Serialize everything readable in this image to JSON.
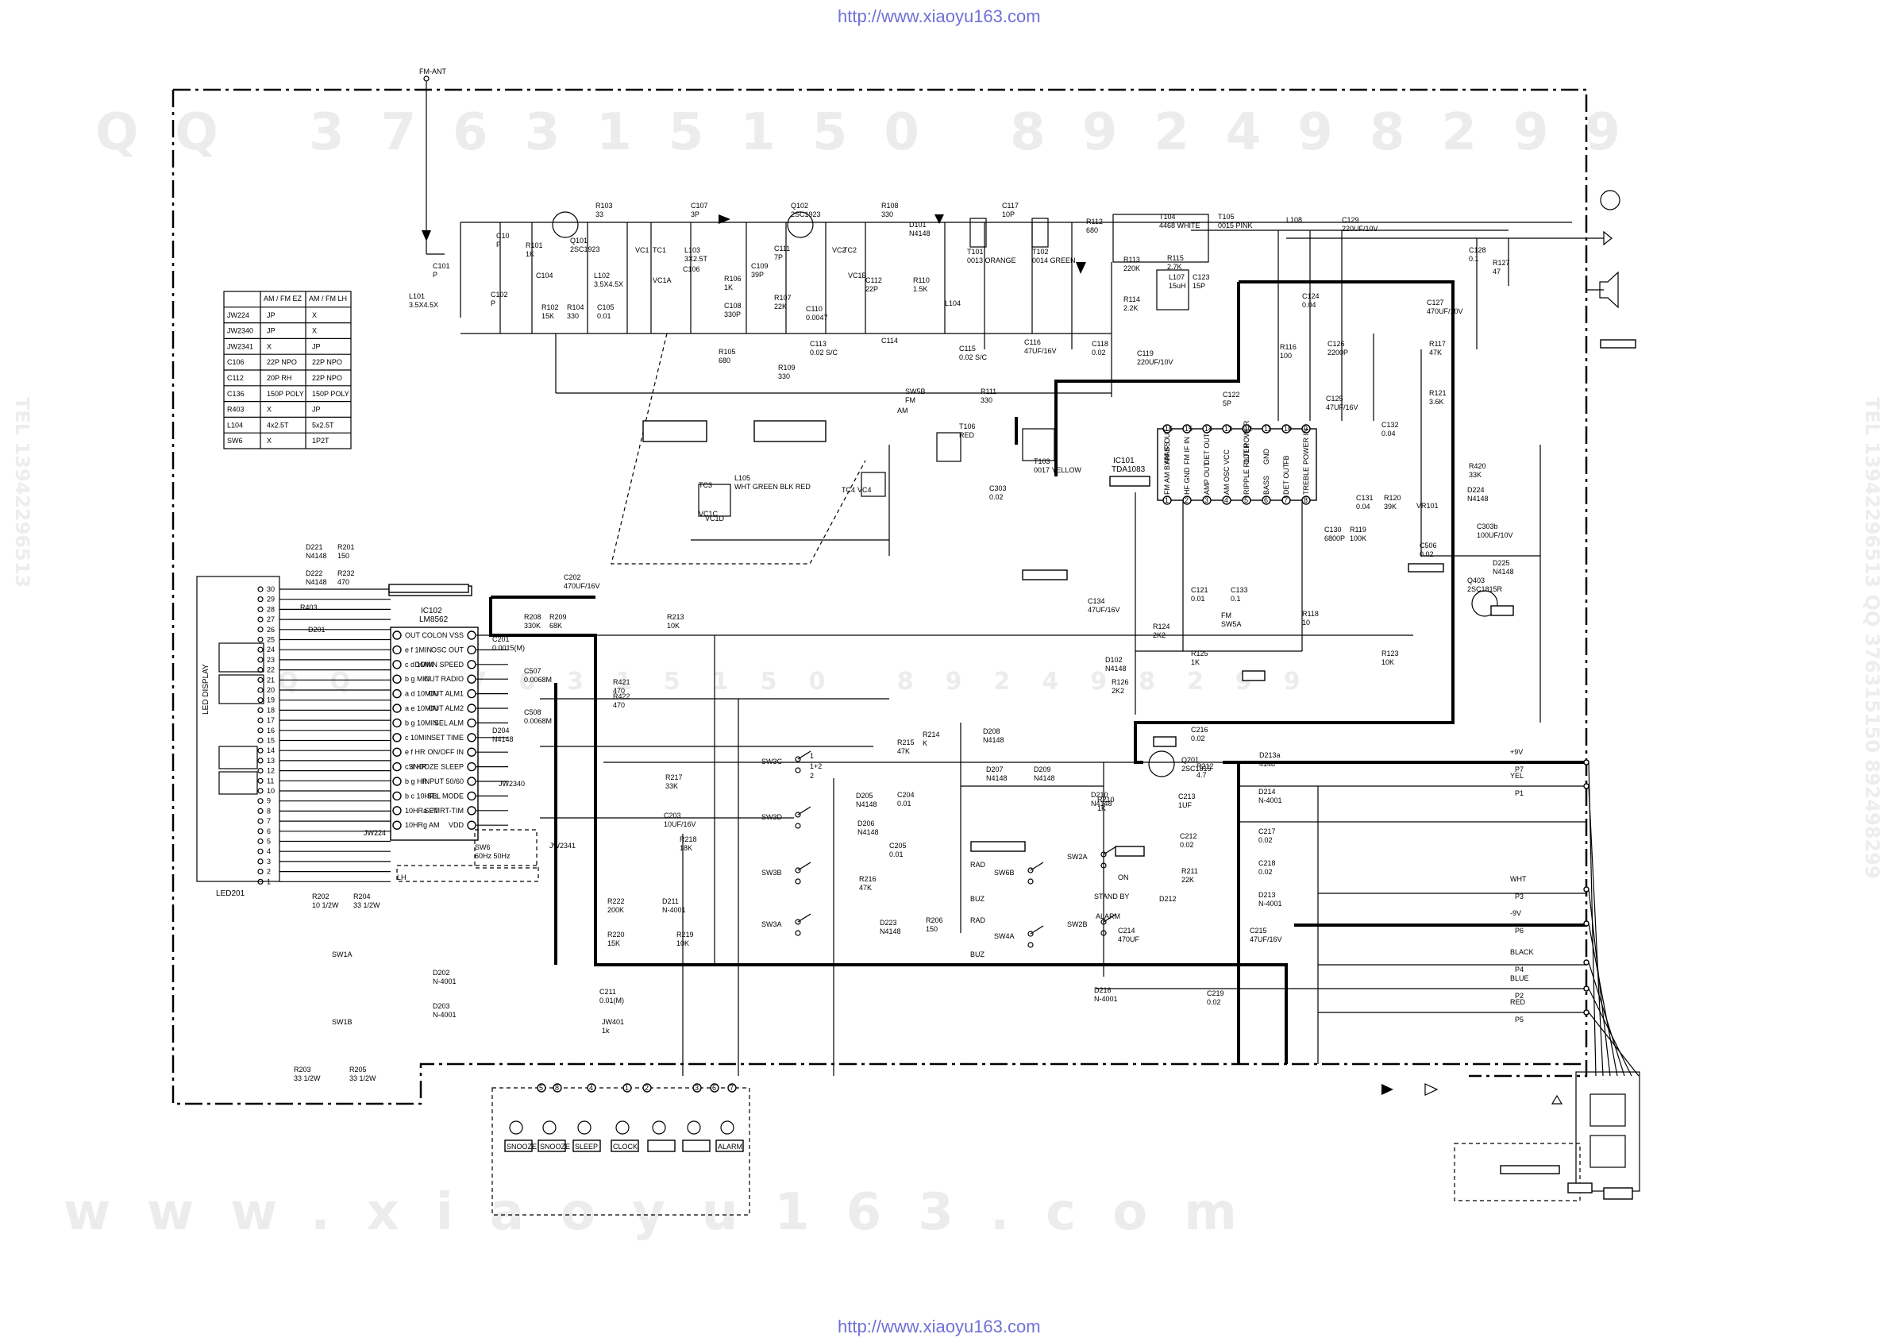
{
  "header_url": "http://www.xiaoyu163.com",
  "footer_url": "http://www.xiaoyu163.com",
  "watermarks": {
    "top_code": "QQ 376315150  892498299",
    "middle_code": "QQ 376315150  892498299",
    "bottom_site": "www.xiaoyu163.com",
    "side_left": "TEL 13942296513",
    "side_right": "TEL 13942296513  QQ 376315150  892498299"
  },
  "antenna": {
    "label": "FM-ANT"
  },
  "variant_table": {
    "headers": [
      "",
      "AM / FM EZ",
      "AM / FM LH"
    ],
    "rows": [
      [
        "JW224",
        "JP",
        "X"
      ],
      [
        "JW2340",
        "JP",
        "X"
      ],
      [
        "JW2341",
        "X",
        "JP"
      ],
      [
        "C106",
        "22P NPO",
        "22P NPO"
      ],
      [
        "C112",
        "20P RH",
        "22P NPO"
      ],
      [
        "C136",
        "150P POLY",
        "150P POLY"
      ],
      [
        "R403",
        "X",
        "JP"
      ],
      [
        "L104",
        "4x2.5T",
        "5x2.5T"
      ],
      [
        "SW6",
        "X",
        "1P2T"
      ]
    ]
  },
  "fm_front_end": [
    {
      "ref": "C101",
      "val": "P"
    },
    {
      "ref": "L101",
      "val": "3.5X4.5X"
    },
    {
      "ref": "C10",
      "val": "P"
    },
    {
      "ref": "C102",
      "val": "P"
    },
    {
      "ref": "R101",
      "val": "1K"
    },
    {
      "ref": "C104",
      "val": ""
    },
    {
      "ref": "R102",
      "val": "15K"
    },
    {
      "ref": "Q101",
      "val": "2SC1923"
    },
    {
      "ref": "R103",
      "val": "33"
    },
    {
      "ref": "L102",
      "val": "3.5X4.5X"
    },
    {
      "ref": "R104",
      "val": "330"
    },
    {
      "ref": "C105",
      "val": "0.01"
    },
    {
      "ref": "C107",
      "val": "3P"
    },
    {
      "ref": "L103",
      "val": "3X2.5T"
    },
    {
      "ref": "C106",
      "val": ""
    },
    {
      "ref": "R106",
      "val": "1K"
    },
    {
      "ref": "C108",
      "val": "330P"
    },
    {
      "ref": "R105",
      "val": "680"
    },
    {
      "ref": "C109",
      "val": "39P"
    },
    {
      "ref": "C111",
      "val": "7P"
    },
    {
      "ref": "Q102",
      "val": "2SC1923"
    },
    {
      "ref": "R107",
      "val": "22K"
    },
    {
      "ref": "C110",
      "val": "0.0047"
    },
    {
      "ref": "C113",
      "val": "0.02 S/C"
    },
    {
      "ref": "R109",
      "val": "330"
    },
    {
      "ref": "C112",
      "val": "22P"
    },
    {
      "ref": "C114",
      "val": ""
    },
    {
      "ref": "R108",
      "val": "330"
    },
    {
      "ref": "D101",
      "val": "N4148"
    },
    {
      "ref": "R110",
      "val": "1.5K"
    },
    {
      "ref": "L104",
      "val": ""
    },
    {
      "ref": "T101",
      "val": "0013 ORANGE"
    },
    {
      "ref": "C117",
      "val": "10P"
    },
    {
      "ref": "T102",
      "val": "0014 GREEN"
    },
    {
      "ref": "R112",
      "val": "680"
    },
    {
      "ref": "C115",
      "val": "0.02 S/C"
    },
    {
      "ref": "C116",
      "val": "47UF/16V"
    },
    {
      "ref": "C118",
      "val": "0.02"
    },
    {
      "ref": "R111",
      "val": "330"
    }
  ],
  "if_section": [
    {
      "ref": "T104",
      "val": "4468 WHITE"
    },
    {
      "ref": "R113",
      "val": "220K"
    },
    {
      "ref": "R115",
      "val": "2.7K"
    },
    {
      "ref": "T105",
      "val": "0015 PINK"
    },
    {
      "ref": "R114",
      "val": "2.2K"
    },
    {
      "ref": "L107",
      "val": "15uH"
    },
    {
      "ref": "C123",
      "val": "15P"
    },
    {
      "ref": "C119",
      "val": "220UF/10V"
    },
    {
      "ref": "C124",
      "val": "0.04"
    },
    {
      "ref": "R116",
      "val": "100"
    },
    {
      "ref": "C126",
      "val": "2200P"
    },
    {
      "ref": "C122",
      "val": "5P"
    },
    {
      "ref": "C125",
      "val": "47UF/16V"
    },
    {
      "ref": "T106",
      "val": "RED"
    },
    {
      "ref": "T103",
      "val": "0017 YELLOW"
    },
    {
      "ref": "C303",
      "val": "0.02"
    }
  ],
  "ic101": {
    "ref": "IC101",
    "part": "TDA1083",
    "top_pins": [
      "16",
      "15",
      "14",
      "13",
      "12",
      "11",
      "10",
      "9"
    ],
    "top_labels": [
      "AM IF OUT",
      "FM IF IN",
      "DET OUT",
      "VCC",
      "OUT POWER",
      "GND",
      "FB",
      "POWER IN"
    ],
    "bottom_pins": [
      "1",
      "2",
      "3",
      "4",
      "5",
      "6",
      "7",
      "8"
    ],
    "bottom_labels": [
      "FM AM BYPASS",
      "HF GND",
      "AMP OUT",
      "AM OSC",
      "RIPPLE FILTER",
      "BASS",
      "DET OUT",
      "TREBLE"
    ]
  },
  "audio_out": [
    {
      "ref": "L108",
      "val": ""
    },
    {
      "ref": "C129",
      "val": "220UF/10V"
    },
    {
      "ref": "C128",
      "val": "0.1"
    },
    {
      "ref": "R127",
      "val": "47"
    },
    {
      "ref": "C127",
      "val": "470UF/10V"
    },
    {
      "ref": "R117",
      "val": "47K"
    },
    {
      "ref": "R121",
      "val": "3.6K"
    },
    {
      "ref": "C132",
      "val": "0.04"
    },
    {
      "ref": "R420",
      "val": "33K"
    },
    {
      "ref": "D224",
      "val": "N4148"
    },
    {
      "ref": "C131",
      "val": "0.04"
    },
    {
      "ref": "R120",
      "val": "39K"
    },
    {
      "ref": "VR101",
      "val": ""
    },
    {
      "ref": "C130",
      "val": "6800P"
    },
    {
      "ref": "R119",
      "val": "100K"
    },
    {
      "ref": "C303b",
      "val": "100UF/10V"
    },
    {
      "ref": "C506",
      "val": "0.02"
    },
    {
      "ref": "D225",
      "val": "N4148"
    },
    {
      "ref": "Q403",
      "val": "2SC1815R"
    }
  ],
  "am_section": [
    {
      "ref": "SW5B",
      "val": "FM"
    },
    {
      "ref": "AM",
      "val": ""
    },
    {
      "ref": "TC3",
      "val": ""
    },
    {
      "ref": "VC1C",
      "val": ""
    },
    {
      "ref": "L105",
      "val": "WHT GREEN BLK RED"
    },
    {
      "ref": "VC1D",
      "val": ""
    },
    {
      "ref": "TC4",
      "val": ""
    },
    {
      "ref": "VC4",
      "val": ""
    },
    {
      "ref": "VC1",
      "val": ""
    },
    {
      "ref": "TC1",
      "val": ""
    },
    {
      "ref": "VC1A",
      "val": ""
    },
    {
      "ref": "VC2",
      "val": ""
    },
    {
      "ref": "TC2",
      "val": ""
    },
    {
      "ref": "VC1B",
      "val": ""
    }
  ],
  "mid_parts": [
    {
      "ref": "C134",
      "val": "47UF/16V"
    },
    {
      "ref": "C121",
      "val": "0.01"
    },
    {
      "ref": "C133",
      "val": "0.1"
    },
    {
      "ref": "R118",
      "val": "10"
    },
    {
      "ref": "R124",
      "val": "2K2"
    },
    {
      "ref": "FM",
      "val": "SW5A"
    },
    {
      "ref": "R125",
      "val": "1K"
    },
    {
      "ref": "D102",
      "val": "N4148"
    },
    {
      "ref": "R126",
      "val": "2K2"
    },
    {
      "ref": "R123",
      "val": "10K"
    }
  ],
  "display": {
    "label": "LED DISPLAY",
    "ref": "LED201",
    "pins": [
      "30",
      "29",
      "28",
      "27",
      "26",
      "25",
      "24",
      "23",
      "22",
      "21",
      "20",
      "19",
      "18",
      "17",
      "16",
      "15",
      "14",
      "13",
      "12",
      "11",
      "10",
      "9",
      "8",
      "7",
      "6",
      "5",
      "4",
      "3",
      "2",
      "1"
    ]
  },
  "ic102": {
    "ref": "IC102",
    "part": "LM8562",
    "left_labels": [
      "OUT COLON",
      "e f 1MIN",
      "c d 1MIN",
      "b g MIN",
      "a d 10MIN",
      "a e 10MIN",
      "b g 10MIN",
      "c 10MIN",
      "e f HR",
      "c d HR",
      "b g HR",
      "b c 10HRs",
      "10HRa PM",
      "10HRg AM"
    ],
    "right_labels": [
      "VSS",
      "OSC OUT",
      "DOWN SPEED",
      "OUT RADIO",
      "OUT ALM1",
      "OUT ALM2",
      "SEL ALM",
      "SET TIME",
      "ON/OFF IN",
      "SNOOZE SLEEP",
      "INPUT 50/60",
      "SEL MODE",
      "SET RT-TIM",
      "VDD"
    ]
  },
  "logic_parts": [
    {
      "ref": "D221",
      "val": "N4148"
    },
    {
      "ref": "R201",
      "val": "150"
    },
    {
      "ref": "D222",
      "val": "N4148"
    },
    {
      "ref": "R232",
      "val": "470"
    },
    {
      "ref": "R403",
      "val": ""
    },
    {
      "ref": "D201",
      "val": ""
    },
    {
      "ref": "C202",
      "val": "470UF/16V"
    },
    {
      "ref": "R208",
      "val": "330K"
    },
    {
      "ref": "R209",
      "val": "68K"
    },
    {
      "ref": "C201",
      "val": "0.0015(M)"
    },
    {
      "ref": "C507",
      "val": "0.0068M"
    },
    {
      "ref": "C508",
      "val": "0.0068M"
    },
    {
      "ref": "R213",
      "val": "10K"
    },
    {
      "ref": "R421",
      "val": "470"
    },
    {
      "ref": "R422",
      "val": "470"
    },
    {
      "ref": "D204",
      "val": "N4148"
    },
    {
      "ref": "JW2340",
      "val": ""
    },
    {
      "ref": "JW224",
      "val": ""
    },
    {
      "ref": "JW2341",
      "val": ""
    },
    {
      "ref": "SW6",
      "val": "60Hz 50Hz"
    },
    {
      "ref": "LH",
      "val": ""
    },
    {
      "ref": "R217",
      "val": "33K"
    },
    {
      "ref": "C203",
      "val": "10UF/16V"
    },
    {
      "ref": "R218",
      "val": "18K"
    },
    {
      "ref": "R215",
      "val": "47K"
    },
    {
      "ref": "R214",
      "val": "K"
    },
    {
      "ref": "D205",
      "val": "N4148"
    },
    {
      "ref": "C204",
      "val": "0.01"
    },
    {
      "ref": "D206",
      "val": "N4148"
    },
    {
      "ref": "C205",
      "val": "0.01"
    },
    {
      "ref": "R216",
      "val": "47K"
    },
    {
      "ref": "D223",
      "val": "N4148"
    },
    {
      "ref": "R206",
      "val": "150"
    },
    {
      "ref": "R222",
      "val": "200K"
    },
    {
      "ref": "D211",
      "val": "N-4001"
    },
    {
      "ref": "R220",
      "val": "15K"
    },
    {
      "ref": "R219",
      "val": "10K"
    },
    {
      "ref": "C211",
      "val": "0.01(M)"
    },
    {
      "ref": "JW401",
      "val": "1k"
    },
    {
      "ref": "R202",
      "val": "10 1/2W"
    },
    {
      "ref": "R204",
      "val": "33 1/2W"
    },
    {
      "ref": "SW1A",
      "val": ""
    },
    {
      "ref": "D202",
      "val": "N-4001"
    },
    {
      "ref": "D203",
      "val": "N-4001"
    },
    {
      "ref": "SW1B",
      "val": ""
    },
    {
      "ref": "R203",
      "val": "33 1/2W"
    },
    {
      "ref": "R205",
      "val": "33 1/2W"
    }
  ],
  "switches": [
    "SW3C",
    "SW3D",
    "SW3B",
    "SW3A",
    "SW6B",
    "SW4A",
    "SW2A",
    "SW2B"
  ],
  "switch_labels": {
    "rad1": "RAD",
    "buz1": "BUZ",
    "rad2": "RAD",
    "buz2": "BUZ",
    "on": "ON",
    "standby": "STAND BY",
    "alarm": "ALARM",
    "p12": "1+2",
    "p1": "1",
    "p2": "2"
  },
  "power_parts": [
    {
      "ref": "D208",
      "val": "N4148"
    },
    {
      "ref": "D207",
      "val": "N4148"
    },
    {
      "ref": "D209",
      "val": "N4148"
    },
    {
      "ref": "D210",
      "val": "N4148"
    },
    {
      "ref": "R210",
      "val": "1K"
    },
    {
      "ref": "Q201",
      "val": "2SC1815"
    },
    {
      "ref": "R212",
      "val": "4.7"
    },
    {
      "ref": "C216",
      "val": "0.02"
    },
    {
      "ref": "D213a",
      "val": "4148"
    },
    {
      "ref": "C213",
      "val": "1UF"
    },
    {
      "ref": "D214",
      "val": "N-4001"
    },
    {
      "ref": "C217",
      "val": "0.02"
    },
    {
      "ref": "C212",
      "val": "0.02"
    },
    {
      "ref": "R211",
      "val": "22K"
    },
    {
      "ref": "C218",
      "val": "0.02"
    },
    {
      "ref": "D212",
      "val": ""
    },
    {
      "ref": "D213",
      "val": "N-4001"
    },
    {
      "ref": "C214",
      "val": "470UF"
    },
    {
      "ref": "C215",
      "val": "47UF/16V"
    },
    {
      "ref": "D216",
      "val": "N-4001"
    },
    {
      "ref": "C219",
      "val": "0.02"
    }
  ],
  "connectors": [
    {
      "net": "+9V",
      "pin": "P7"
    },
    {
      "net": "YEL",
      "pin": "P1"
    },
    {
      "net": "WHT",
      "pin": "P3"
    },
    {
      "net": "-9V",
      "pin": "P6"
    },
    {
      "net": "BLACK",
      "pin": "P4"
    },
    {
      "net": "BLUE",
      "pin": "P2"
    },
    {
      "net": "RED",
      "pin": "P5"
    }
  ],
  "buttons": {
    "pins": [
      "5",
      "8",
      "4",
      "1",
      "2",
      "3",
      "6",
      "7"
    ],
    "labels": [
      "SNOOZE",
      "SNOOZE",
      "SLEEP",
      "CLOCK",
      "",
      "",
      "ALARM"
    ]
  }
}
